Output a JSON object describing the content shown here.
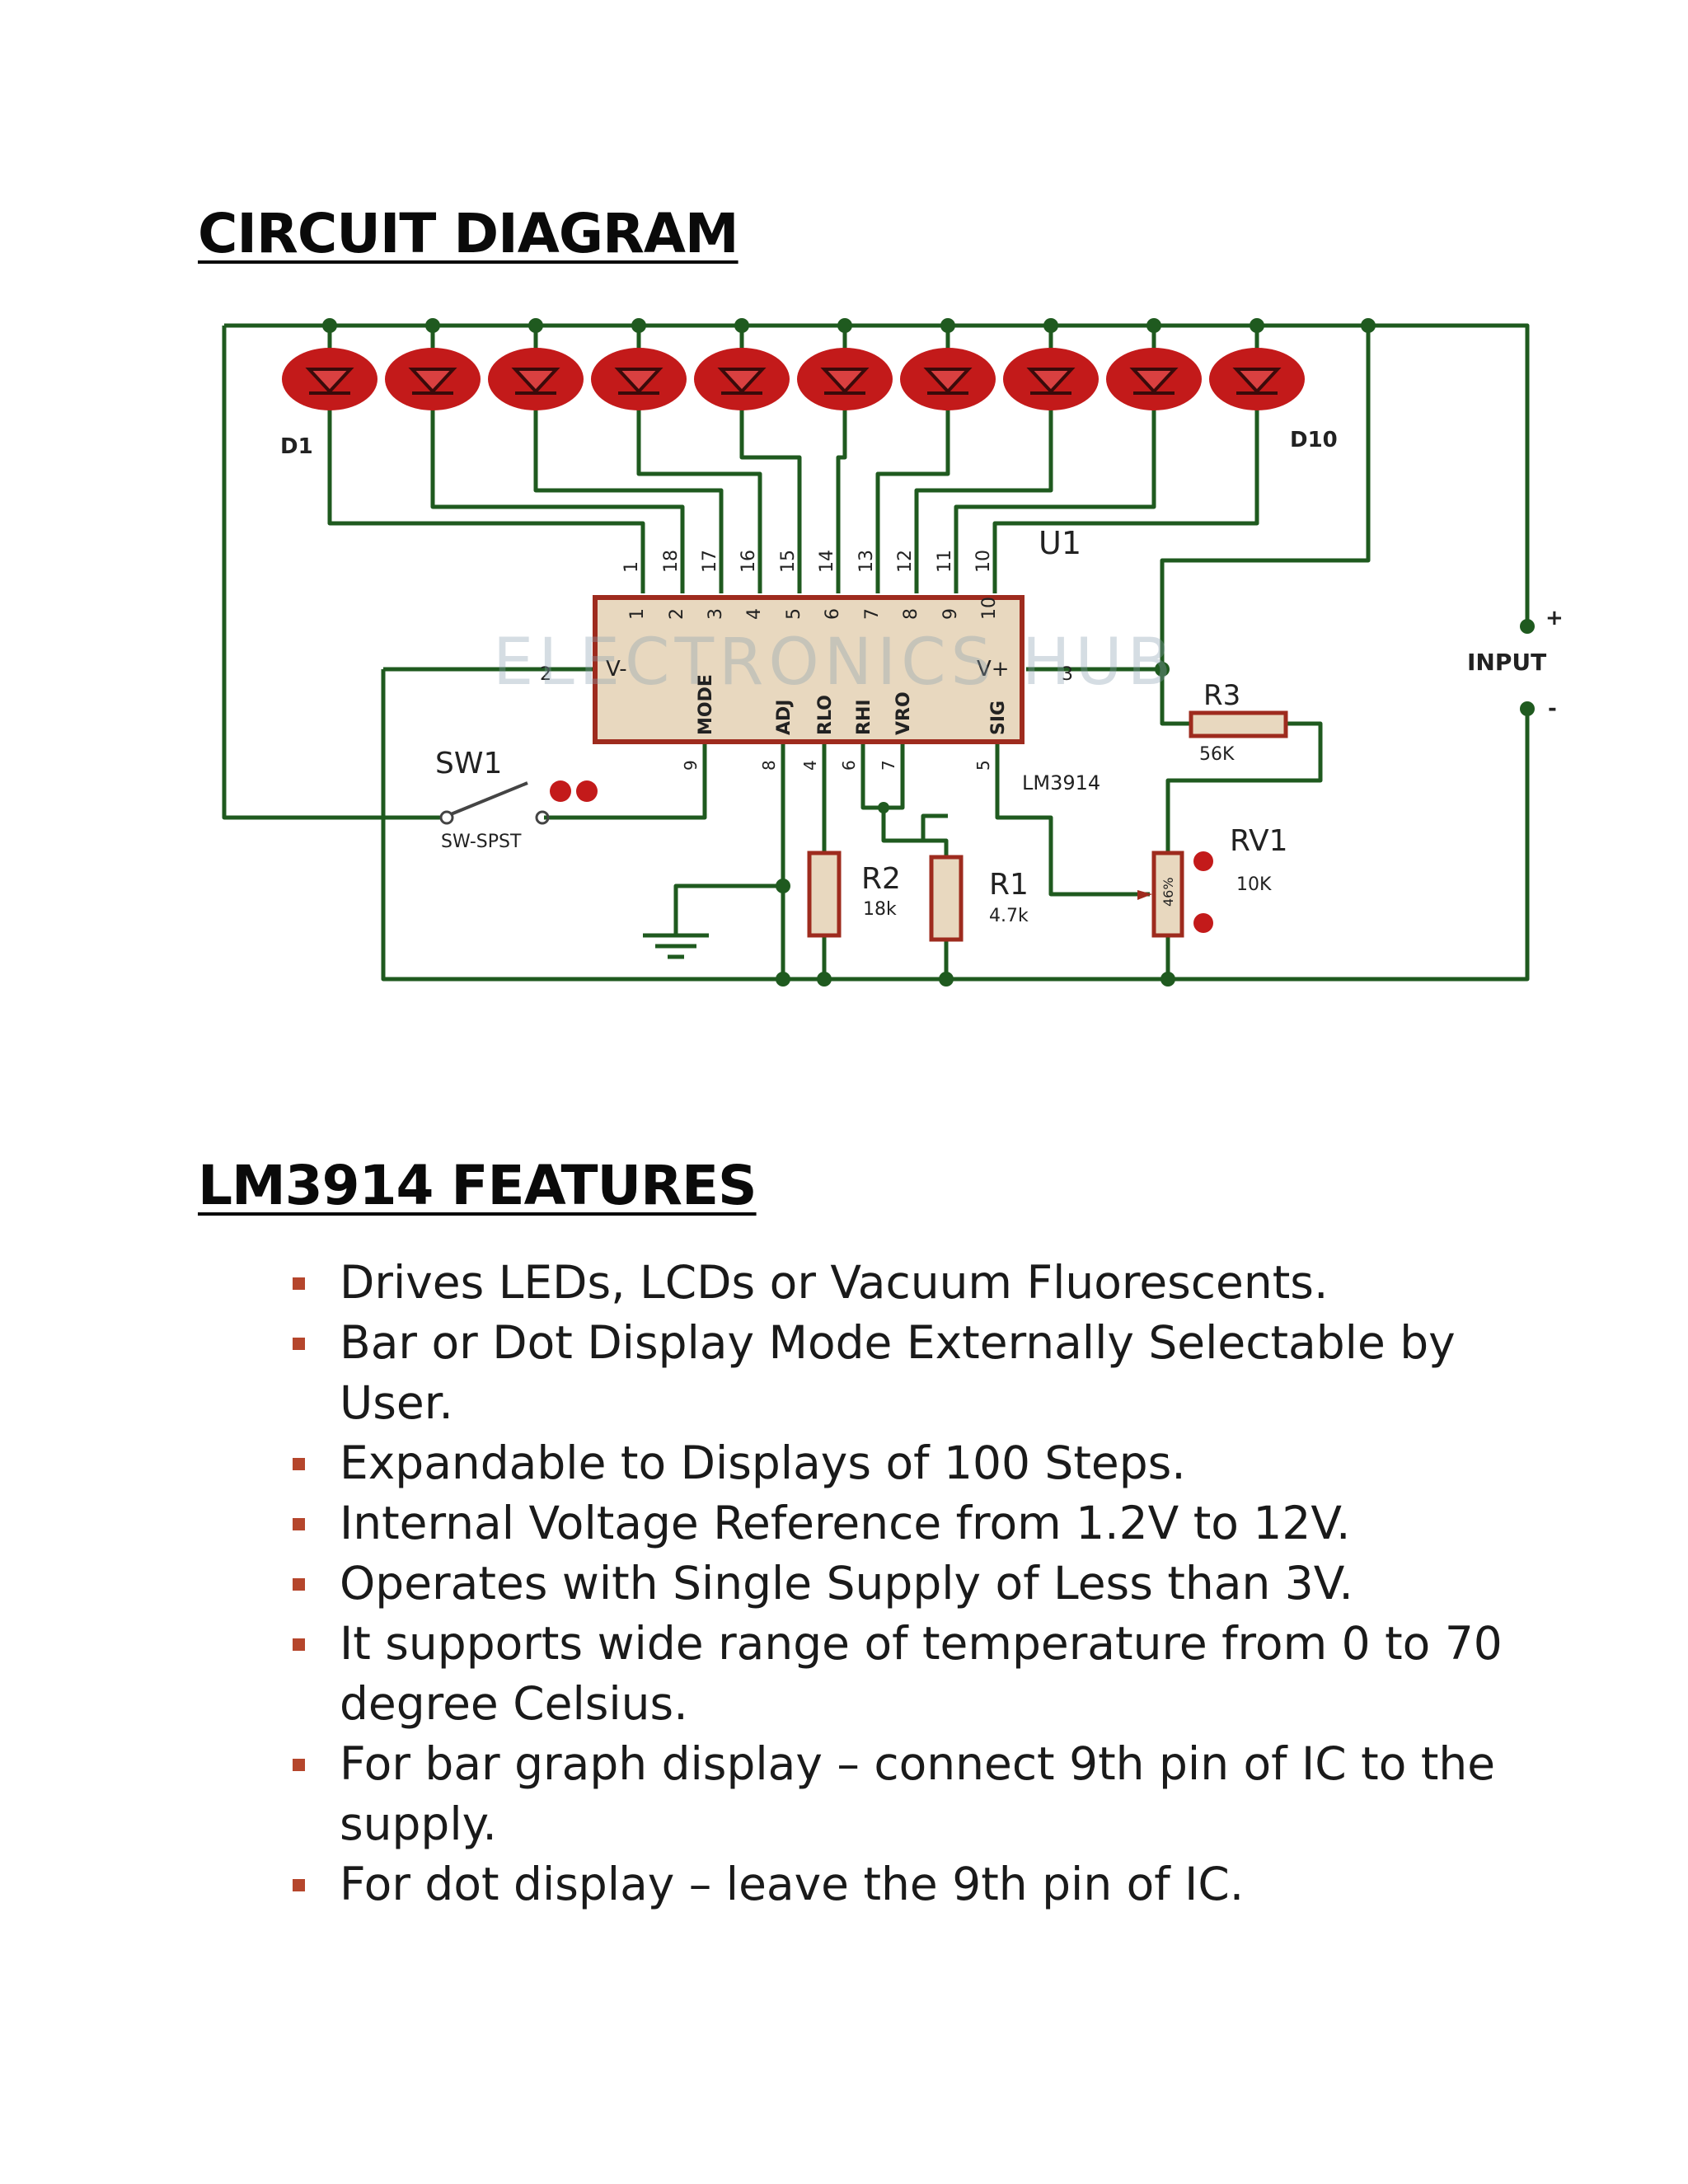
{
  "headings": {
    "circuit": "CIRCUIT DIAGRAM",
    "features": "LM3914 FEATURES"
  },
  "diagram": {
    "ic_ref": "U1",
    "ic_part": "LM3914",
    "ic_pins_top": [
      "1",
      "2",
      "3",
      "4",
      "5",
      "6",
      "7",
      "8",
      "9",
      "10"
    ],
    "ic_pins_top_outer": [
      "1",
      "18",
      "17",
      "16",
      "15",
      "14",
      "13",
      "12",
      "11",
      "10"
    ],
    "ic_pin_names_bottom": [
      "MODE",
      "ADJ",
      "RLO",
      "RHI",
      "VRO",
      "SIG"
    ],
    "ic_pin_vminus": "V-",
    "ic_pin_vplus": "V+",
    "pin_nums": {
      "v_minus": "2",
      "v_plus": "3",
      "mode": "9",
      "adj": "8",
      "rlo": "4",
      "rhi": "6",
      "vro": "7",
      "sig": "5"
    },
    "led_first": "D1",
    "led_last": "D10",
    "switch_ref": "SW1",
    "switch_type": "SW-SPST",
    "r3_ref": "R3",
    "r3_val": "56K",
    "r2_ref": "R2",
    "r2_val": "18k",
    "r1_ref": "R1",
    "r1_val": "4.7k",
    "rv1_ref": "RV1",
    "rv1_val": "10K",
    "rv1_pos": "46%",
    "input_label": "INPUT",
    "input_plus": "+",
    "input_minus": "-",
    "watermark": "ELECTRONICS HUB",
    "colors": {
      "wire": "#1f5a1f",
      "ic_fill": "#e8d8bf",
      "ic_border": "#9e2b1e",
      "led": "#c31a1a",
      "resistor_fill": "#e8d8bf"
    }
  },
  "features": [
    "Drives LEDs, LCDs or Vacuum Fluorescents.",
    "Bar or Dot Display Mode Externally Selectable by User.",
    "Expandable to Displays of 100 Steps.",
    "Internal Voltage Reference from 1.2V to 12V.",
    "Operates with Single Supply of Less than 3V.",
    "It supports wide range of temperature from 0 to 70 degree Celsius.",
    "For bar graph display – connect 9th pin of IC to the supply.",
    "For dot display – leave the 9th pin of IC."
  ]
}
